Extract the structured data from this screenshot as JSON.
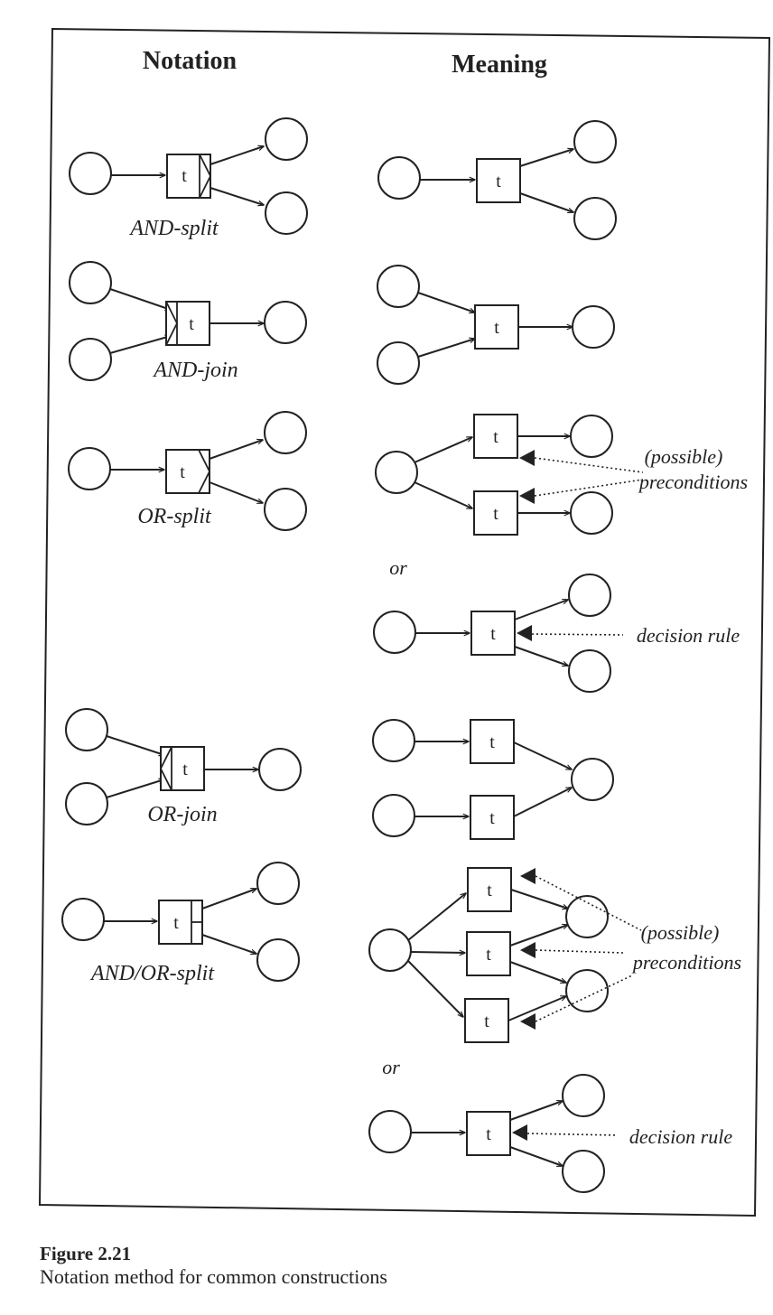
{
  "headers": {
    "notation": "Notation",
    "meaning": "Meaning"
  },
  "transition_label": "t",
  "labels": {
    "and_split": "AND-split",
    "and_join": "AND-join",
    "or_split": "OR-split",
    "or_join": "OR-join",
    "and_or_split": "AND/OR-split"
  },
  "connector_or": "or",
  "annotations": {
    "possible": "(possible)",
    "preconditions": "preconditions",
    "decision_rule": "decision rule"
  },
  "caption": {
    "title": "Figure 2.21",
    "text": "Notation method for common constructions"
  }
}
